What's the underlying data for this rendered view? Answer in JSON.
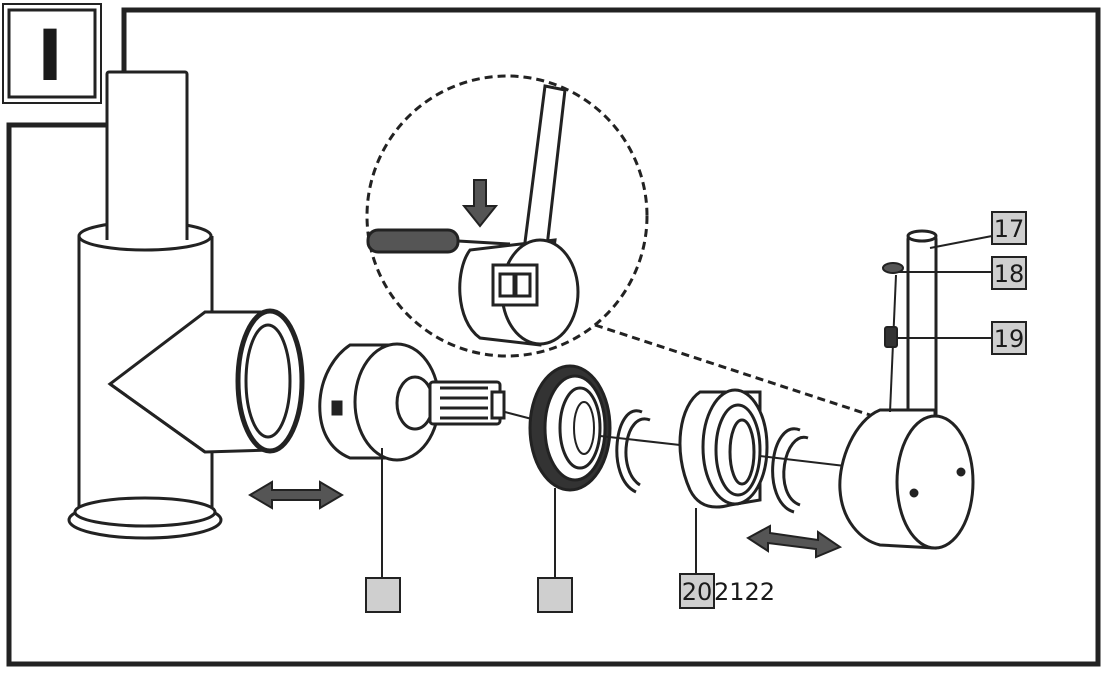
{
  "diagram": {
    "step_label": "I",
    "callouts": {
      "part_17": "17",
      "part_18": "18",
      "part_19": "19",
      "part_20": "20",
      "part_21_22": "2122"
    }
  }
}
